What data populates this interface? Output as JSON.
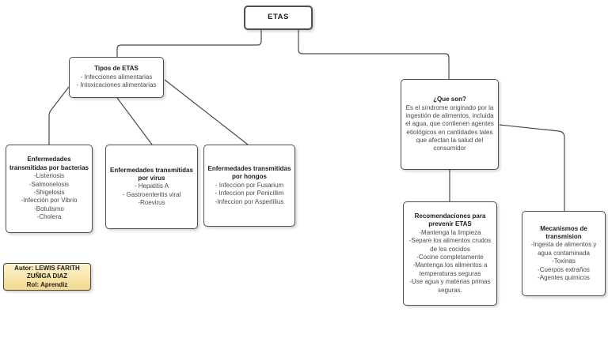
{
  "nodes": {
    "etas": {
      "title": "ETAS"
    },
    "tipos": {
      "title": "Tipos de ETAS",
      "items": [
        "- Infecciones alimentarias",
        "- Intoxicaciones alimentarias"
      ]
    },
    "bacterias": {
      "title": "Enfermedades transmitidas por bacterias",
      "items": [
        "-Listeriosis",
        "-Salmonelosis",
        "-Shigelosis",
        "-Infección por Vibrio",
        "-Botulismo",
        "-Cholera"
      ]
    },
    "virus": {
      "title": "Enfermedades transmitidas por virus",
      "items": [
        "- Hepatitis A",
        "- Gastroenteritis viral",
        "-Roevirus"
      ]
    },
    "hongos": {
      "title": "Enfermedades transmitidas por hongos",
      "items": [
        "- Infeccion por Fusarium",
        "- Infeccion por Penicillim",
        "-Infeccion por Asperlilius"
      ]
    },
    "que_son": {
      "title": "¿Que son?",
      "body": "Es el síndrome originado por la ingestión de alimentos, incluida el agua, que contienen agentes etiológicos en cantidades tales que afectan la salud del consumidor"
    },
    "recomendaciones": {
      "title": "Recomendaciones para prevenir ETAS",
      "items": [
        "-Mantenga la limpieza",
        "-Separe los alimentos crudos de los cocidos",
        "-Cocine completamente",
        "-Mantenga los alimentos a temperaturas seguras",
        "-Use agua y materias primas seguras."
      ]
    },
    "mecanismos": {
      "title": "Mecanismos de transmision",
      "items": [
        "-Ingesta de alimentos y agua contaminada",
        "-Toxinas",
        "-Cuerpos extraños",
        "-Agentes quimicos"
      ]
    },
    "autor": {
      "lines": [
        "Autor: LEWIS FARITH ZUÑIGA DIAZ",
        "Rol: Aprendiz"
      ]
    }
  },
  "colors": {
    "node_border": "#4f4f4f",
    "connector": "#4a4a4a",
    "author_fill_top": "#fdf3cb",
    "author_fill_bottom": "#f2d88d"
  }
}
